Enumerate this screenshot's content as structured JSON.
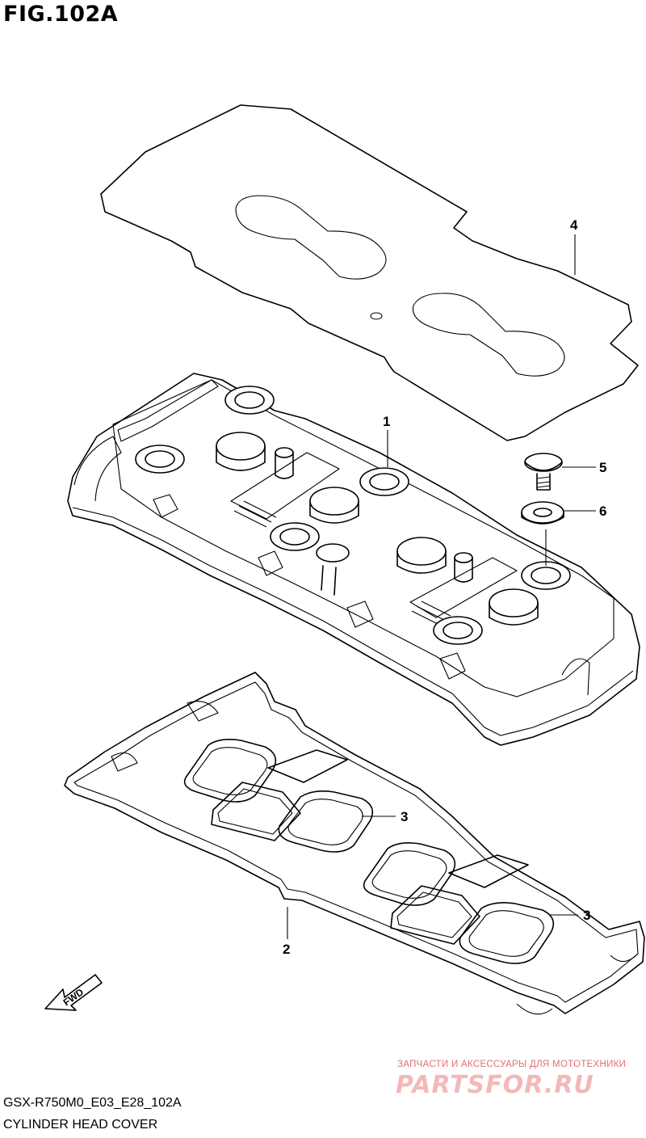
{
  "figure": {
    "title": "FIG.102A",
    "model_code": "GSX-R750M0_E03_E28_102A",
    "caption": "CYLINDER HEAD COVER"
  },
  "callouts": {
    "c1": "1",
    "c2": "2",
    "c3a": "3",
    "c3b": "3",
    "c4": "4",
    "c5": "5",
    "c6": "6"
  },
  "direction_marker": {
    "label": "FWD",
    "icon": "forward-arrow-icon"
  },
  "watermark": {
    "tagline": "ЗАПЧАСТИ И АКСЕССУАРЫ ДЛЯ МОТОТЕХНИКИ",
    "logo_text": "PARTSFOR.RU",
    "color": "#e07070"
  }
}
